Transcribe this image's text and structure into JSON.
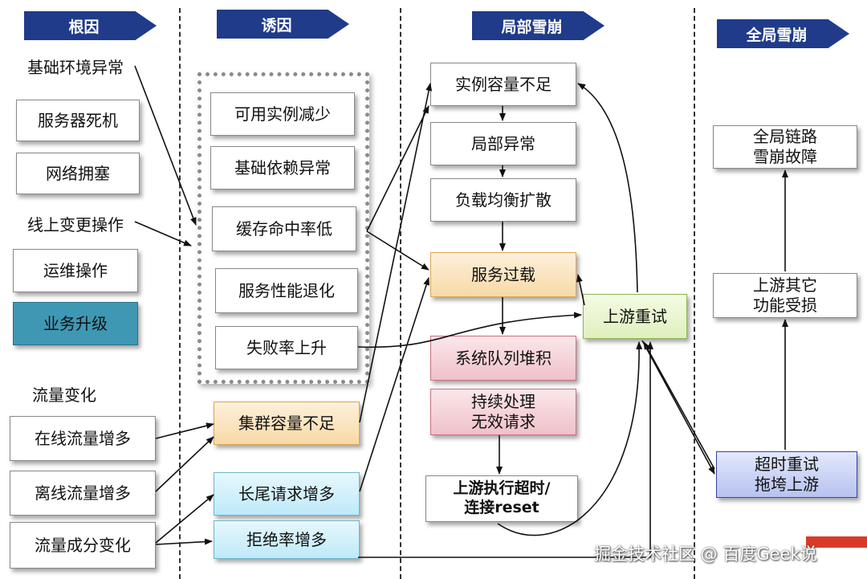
{
  "headers": {
    "root_cause": "根因",
    "trigger": "诱因",
    "local_avalanche": "局部雪崩",
    "global_avalanche": "全局雪崩"
  },
  "root_cause": {
    "infra_label": "基础环境异常",
    "server_down": "服务器死机",
    "network_congestion": "网络拥塞",
    "online_change_label": "线上变更操作",
    "ops_operation": "运维操作",
    "business_upgrade": "业务升级",
    "traffic_change_label": "流量变化",
    "online_traffic_up": "在线流量增多",
    "offline_traffic_up": "离线流量增多",
    "traffic_mix_change": "流量成分变化"
  },
  "trigger": {
    "available_instances_down": "可用实例减少",
    "dependency_abnormal": "基础依赖异常",
    "cache_hit_low": "缓存命中率低",
    "perf_degrade": "服务性能退化",
    "failure_rate_up": "失败率上升",
    "cluster_capacity_low": "集群容量不足",
    "long_tail_up": "长尾请求增多",
    "reject_rate_up": "拒绝率增多"
  },
  "local": {
    "instance_capacity_low": "实例容量不足",
    "local_abnormal": "局部异常",
    "lb_spread": "负载均衡扩散",
    "service_overload": "服务过载",
    "queue_pileup": "系统队列堆积",
    "invalid_req_line1": "持续处理",
    "invalid_req_line2": "无效请求",
    "upstream_timeout_line1": "上游执行超时/",
    "upstream_timeout_line2": "连接reset",
    "upstream_retry": "上游重试"
  },
  "global": {
    "global_failure_line1": "全局链路",
    "global_failure_line2": "雪崩故障",
    "upstream_damage_line1": "上游其它",
    "upstream_damage_line2": "功能受损",
    "timeout_retry_line1": "超时重试",
    "timeout_retry_line2": "拖垮上游"
  },
  "watermark": "掘金技术社区 @ 百度Geek说"
}
